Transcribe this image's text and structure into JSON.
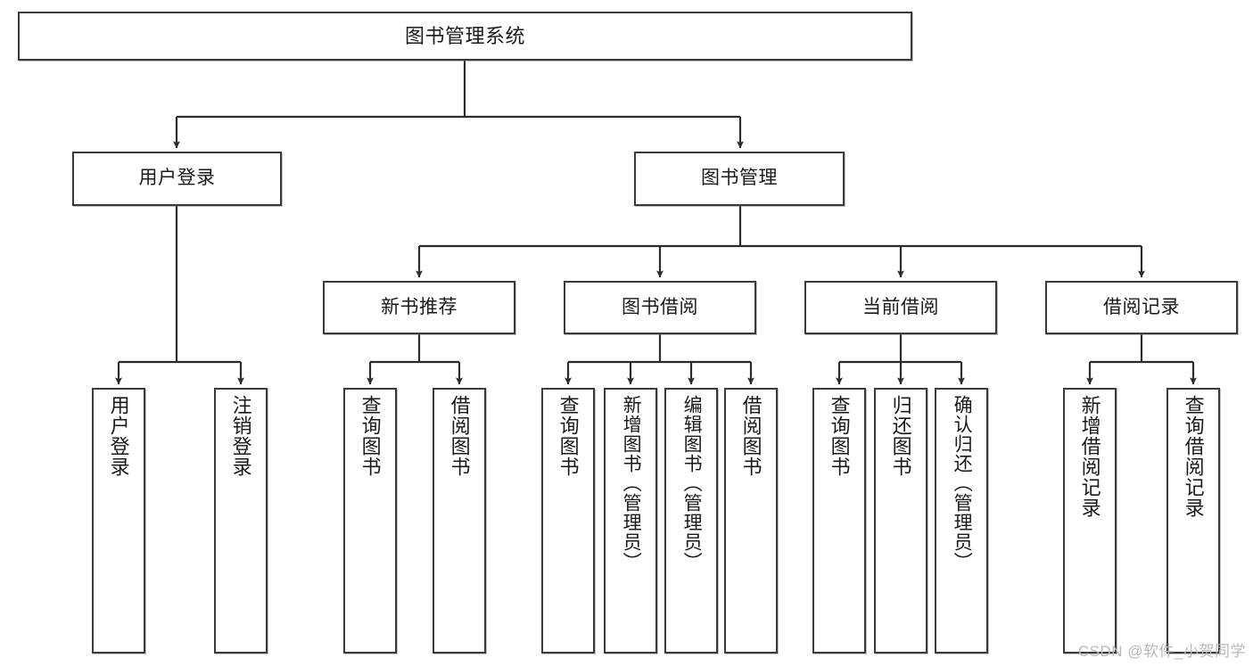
{
  "diagram": {
    "title": "图书管理系统",
    "type": "tree-hierarchy",
    "colors": {
      "border": "#3a3a3a",
      "background": "#ffffff",
      "text": "#1a1a1a",
      "edge": "#2b2b2b",
      "watermark": "#b9b9b9"
    },
    "levels": {
      "root": {
        "label": "图书管理系统"
      },
      "level2": [
        {
          "label": "用户登录"
        },
        {
          "label": "图书管理"
        }
      ],
      "level3": [
        {
          "label": "新书推荐"
        },
        {
          "label": "图书借阅"
        },
        {
          "label": "当前借阅"
        },
        {
          "label": "借阅记录"
        }
      ],
      "leaves": [
        {
          "label": "用户登录",
          "parent": "用户登录"
        },
        {
          "label": "注销登录",
          "parent": "用户登录"
        },
        {
          "label": "查询图书",
          "parent": "新书推荐"
        },
        {
          "label": "借阅图书",
          "parent": "新书推荐"
        },
        {
          "label": "查询图书",
          "parent": "图书借阅"
        },
        {
          "label": "新增图书（管理员）",
          "parent": "图书借阅"
        },
        {
          "label": "编辑图书（管理员）",
          "parent": "图书借阅"
        },
        {
          "label": "借阅图书",
          "parent": "图书借阅"
        },
        {
          "label": "查询图书",
          "parent": "当前借阅"
        },
        {
          "label": "归还图书",
          "parent": "当前借阅"
        },
        {
          "label": "确认归还（管理员）",
          "parent": "当前借阅"
        },
        {
          "label": "新增借阅记录",
          "parent": "借阅记录"
        },
        {
          "label": "查询借阅记录",
          "parent": "借阅记录"
        }
      ]
    }
  },
  "watermark": {
    "text": "CSDN @软件_小贺同学"
  }
}
